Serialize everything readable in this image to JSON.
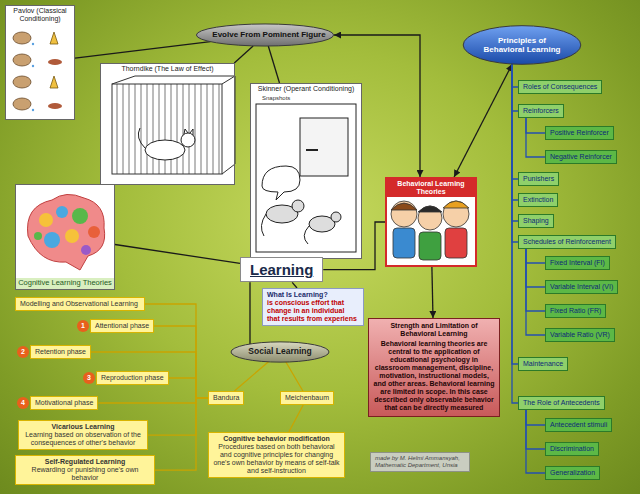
{
  "diagram": {
    "nodes": [
      {
        "text": [
          "Evolve From Pominent Figure"
        ]
      },
      {
        "text": [
          "Pavlov (Classical Conditioning)"
        ]
      },
      {
        "text": [
          "Thorndike (The Law of Effect)"
        ]
      },
      {
        "text": [
          "Skinner (Operant Conditioning)"
        ]
      },
      {
        "text": [
          "Principles of Behavioral Learning"
        ]
      },
      {
        "text": [
          "Roles of Consequences"
        ]
      },
      {
        "text": [
          "Reinforcers"
        ]
      },
      {
        "text": [
          "Positive Reinforcer"
        ]
      },
      {
        "text": [
          "Negative Reinforcer"
        ]
      },
      {
        "text": [
          "Punishers"
        ]
      },
      {
        "text": [
          "Extinction"
        ]
      },
      {
        "text": [
          "Shaping"
        ]
      },
      {
        "text": [
          "Schedules of Reinforcement"
        ]
      },
      {
        "text": [
          "Fixed Interval (FI)"
        ]
      },
      {
        "text": [
          "Variable Interval (VI)"
        ]
      },
      {
        "text": [
          "Fixed Ratio (FR)"
        ]
      },
      {
        "text": [
          "Variable Ratio (VR)"
        ]
      },
      {
        "text": [
          "Behavioral Learning Theories"
        ]
      },
      {
        "text": [
          "Cognitive Learning Theories"
        ]
      },
      {
        "text": [
          "Learning"
        ]
      },
      {
        "text": [
          "What Is Learning?",
          "is conscious effort that change in an individual that results from experiens"
        ]
      },
      {
        "text": [
          "Strength and Limitation of Behavioral Learning",
          "Behavioral learning theories are central to the application of educational psychology in classroom management, discipline, motivation, instructional models, and other areas. Behavioral learning are limited in scope. In this case described only observable behavior that can be directly measured"
        ]
      },
      {
        "text": [
          "Maintenance"
        ]
      },
      {
        "text": [
          "The Role of Antecedents"
        ]
      },
      {
        "text": [
          "Antecedent stimuli"
        ]
      },
      {
        "text": [
          "Discrimination"
        ]
      },
      {
        "text": [
          "Generalization"
        ]
      },
      {
        "text": [
          "Modelling and Observational Learning"
        ]
      },
      {
        "text": [
          "Social Learning"
        ]
      },
      {
        "text": [
          "1",
          "Attentional phase"
        ]
      },
      {
        "text": [
          "2",
          "Retention phase"
        ]
      },
      {
        "text": [
          "3",
          "Reproduction phase"
        ]
      },
      {
        "text": [
          "4",
          "Motivational phase"
        ]
      },
      {
        "text": [
          "Bandura"
        ]
      },
      {
        "text": [
          "Meichenbaum"
        ]
      },
      {
        "text": [
          "Vicarious Learning",
          "Learning based on observation of the consequences of other's behavior"
        ]
      },
      {
        "text": [
          "Self-Regulated Learning",
          "Rewarding or punishing one's own behavior"
        ]
      },
      {
        "text": [
          "made by M. Helmi Ammansyah, Mathematic Department, Unsia"
        ]
      },
      {
        "text": [
          "Cognitive behavior modification",
          "Procedures based on both behavioral and cognitive principles for changing one's own behavior by means of self-talk and self-instruction"
        ]
      }
    ],
    "edges": [
      {
        "from": 17,
        "to": 0,
        "arrow": "both"
      },
      {
        "from": 17,
        "to": 4,
        "arrow": "both"
      },
      {
        "from": 0,
        "to": 1,
        "arrow": "none"
      },
      {
        "from": 0,
        "to": 2,
        "arrow": "none"
      },
      {
        "from": 0,
        "to": 3,
        "arrow": "none"
      },
      {
        "from": 4,
        "to": 5,
        "arrow": "none"
      },
      {
        "from": 4,
        "to": 6,
        "arrow": "none"
      },
      {
        "from": 4,
        "to": 9,
        "arrow": "none"
      },
      {
        "from": 4,
        "to": 10,
        "arrow": "none"
      },
      {
        "from": 4,
        "to": 11,
        "arrow": "none"
      },
      {
        "from": 4,
        "to": 12,
        "arrow": "none"
      },
      {
        "from": 4,
        "to": 22,
        "arrow": "none"
      },
      {
        "from": 4,
        "to": 23,
        "arrow": "none"
      },
      {
        "from": 6,
        "to": 7,
        "arrow": "none"
      },
      {
        "from": 6,
        "to": 8,
        "arrow": "none"
      },
      {
        "from": 12,
        "to": 13,
        "arrow": "none"
      },
      {
        "from": 12,
        "to": 14,
        "arrow": "none"
      },
      {
        "from": 12,
        "to": 15,
        "arrow": "none"
      },
      {
        "from": 12,
        "to": 16,
        "arrow": "none"
      },
      {
        "from": 23,
        "to": 24,
        "arrow": "none"
      },
      {
        "from": 23,
        "to": 25,
        "arrow": "none"
      },
      {
        "from": 23,
        "to": 26,
        "arrow": "none"
      },
      {
        "from": 19,
        "to": 17,
        "arrow": "none"
      },
      {
        "from": 19,
        "to": 18,
        "arrow": "none"
      },
      {
        "from": 19,
        "to": 20,
        "arrow": "none"
      },
      {
        "from": 19,
        "to": 28,
        "arrow": "none"
      },
      {
        "from": 17,
        "to": 21,
        "arrow": "to"
      },
      {
        "from": 28,
        "to": 33,
        "arrow": "none"
      },
      {
        "from": 28,
        "to": 34,
        "arrow": "none"
      },
      {
        "from": 33,
        "to": 27,
        "arrow": "none"
      },
      {
        "from": 33,
        "to": 29,
        "arrow": "none"
      },
      {
        "from": 33,
        "to": 30,
        "arrow": "none"
      },
      {
        "from": 33,
        "to": 31,
        "arrow": "none"
      },
      {
        "from": 33,
        "to": 32,
        "arrow": "none"
      },
      {
        "from": 33,
        "to": 35,
        "arrow": "none"
      },
      {
        "from": 33,
        "to": 36,
        "arrow": "none"
      },
      {
        "from": 34,
        "to": 38,
        "arrow": "none"
      }
    ],
    "labels": [
      "Snapshots"
    ]
  }
}
